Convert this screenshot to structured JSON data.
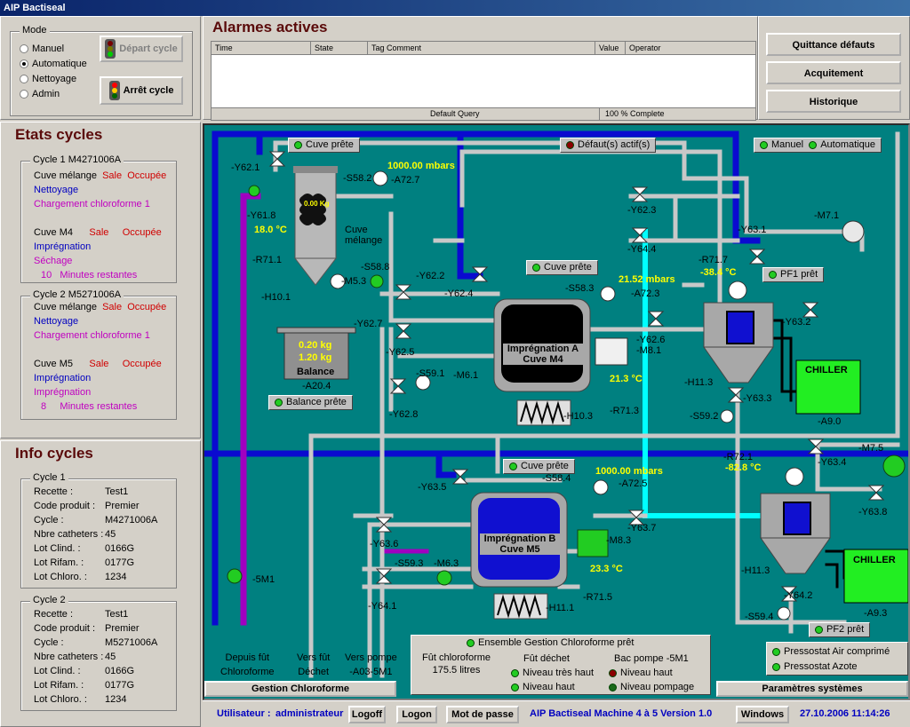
{
  "window": {
    "title": "AIP Bactiseal"
  },
  "mode": {
    "legend": "Mode",
    "options": [
      "Manuel",
      "Automatique",
      "Nettoyage",
      "Admin"
    ],
    "selected": 1,
    "start_btn": "Départ cycle",
    "stop_btn": "Arrêt cycle"
  },
  "alarms": {
    "title": "Alarmes actives",
    "cols": [
      "Time",
      "State",
      "Tag Comment",
      "Value",
      "Operator"
    ],
    "status": [
      "Default Query",
      "100 % Complete"
    ]
  },
  "rbtns": [
    "Quittance défauts",
    "Acquitement",
    "Historique"
  ],
  "etats": {
    "title": "Etats cycles",
    "c1": {
      "legend": "Cycle 1 M4271006A",
      "l1a": "Cuve mélange",
      "l1b": "Sale",
      "l1c": "Occupée",
      "l2": "Nettoyage",
      "l3": "Chargement chloroforme 1",
      "l4a": "Cuve M4",
      "l4b": "Sale",
      "l4c": "Occupée",
      "l5": "Imprégnation",
      "l6": "Séchage",
      "l7a": "10",
      "l7b": "Minutes restantes"
    },
    "c2": {
      "legend": "Cycle 2 M5271006A",
      "l1a": "Cuve mélange",
      "l1b": "Sale",
      "l1c": "Occupée",
      "l2": "Nettoyage",
      "l3": "Chargement chloroforme 1",
      "l4a": "Cuve M5",
      "l4b": "Sale",
      "l4c": "Occupée",
      "l5": "Imprégnation",
      "l6": "Imprégnation",
      "l7a": "8",
      "l7b": "Minutes restantes"
    }
  },
  "info": {
    "title": "Info cycles",
    "c1": {
      "legend": "Cycle 1",
      "rows": [
        [
          "Recette :",
          "Test1"
        ],
        [
          "Code produit :",
          "Premier"
        ],
        [
          "Cycle :",
          "M4271006A"
        ],
        [
          "Nbre catheters :",
          "45"
        ],
        [
          "Lot Clind. :",
          "0166G"
        ],
        [
          "Lot Rifam. :",
          "0177G"
        ],
        [
          "Lot Chloro. :",
          "1234"
        ]
      ]
    },
    "c2": {
      "legend": "Cycle 2",
      "rows": [
        [
          "Recette :",
          "Test1"
        ],
        [
          "Code produit :",
          "Premier"
        ],
        [
          "Cycle :",
          "M5271006A"
        ],
        [
          "Nbre catheters :",
          "45"
        ],
        [
          "Lot Clind. :",
          "0166G"
        ],
        [
          "Lot Rifam. :",
          "0177G"
        ],
        [
          "Lot Chloro. :",
          "1234"
        ]
      ]
    }
  },
  "syn": {
    "cuve_prete1": "Cuve prête",
    "defauts": "Défaut(s) actif(s)",
    "manuel": "Manuel",
    "auto": "Automatique",
    "cuve_prete2": "Cuve prête",
    "cuve_prete3": "Cuve prête",
    "pf1": "PF1 prêt",
    "pf2": "PF2 prêt",
    "balance_prete": "Balance prête",
    "p1": "1000.00 mbars",
    "p2": "21.52 mbars",
    "p3": "1000.00 mbars",
    "t1": "18.0 °C",
    "t2": "-38.4 °C",
    "t3": "21.3 °C",
    "t4": "-82.8 °C",
    "t5": "23.3 °C",
    "bal1": "0.20 kg",
    "bal2": "1.20 kg",
    "bal3": "Balance",
    "mix_kg": "0.00 Kg",
    "cuve_melange": "Cuve\nmélange",
    "impA1": "Imprégnation A",
    "impA2": "Cuve M4",
    "impB1": "Imprégnation B",
    "impB2": "Cuve M5",
    "chiller1": "CHILLER",
    "chiller2": "CHILLER",
    "tags": [
      "-Y62.1",
      "-S58.2",
      "-A72.7",
      "-Y61.8",
      "-R71.1",
      "-H10.1",
      "-S58.8",
      "-M5.3",
      "-Y62.2",
      "-Y62.7",
      "-Y62.5",
      "-A20.4",
      "-S59.1",
      "-M6.1",
      "-Y62.8",
      "-Y62.3",
      "-Y64.4",
      "-Y62.4",
      "-S58.3",
      "-A72.3",
      "-Y62.6",
      "-M8.1",
      "-R71.3",
      "-H10.3",
      "-M7.1",
      "-Y63.1",
      "-R71.7",
      "-Y63.2",
      "-H11.3",
      "-Y63.3",
      "-S59.2",
      "-A9.0",
      "-M7.5",
      "-Y63.4",
      "-R72.1",
      "-Y63.8",
      "-Y63.5",
      "-S58.4",
      "-A72.5",
      "-Y63.7",
      "-M8.3",
      "-Y63.6",
      "-S59.3",
      "-M6.3",
      "-R71.5",
      "-Y64.1",
      "-H11.1",
      "-5M1",
      "-H11.3",
      "-Y64.2",
      "-S59.4",
      "-A9.3"
    ],
    "bottom1": "Depuis fût",
    "bottom1b": "Chloroforme",
    "bottom2": "Vers fût",
    "bottom2b": "Déchet",
    "bottom3": "Vers pompe",
    "bottom3b": "-A03-5M1",
    "gest_title": "Ensemble Gestion Chloroforme prêt",
    "fut": "Fût chloroforme",
    "fut_l": "175.5 litres",
    "dechet": "Fût déchet",
    "niv_th": "Niveau très haut",
    "niv_h": "Niveau haut",
    "bac": "Bac pompe -5M1",
    "niv_h2": "Niveau haut",
    "niv_p": "Niveau pompage",
    "press1": "Pressostat Air comprimé",
    "press2": "Pressostat Azote",
    "gestion_btn": "Gestion Chloroforme",
    "param_btn": "Paramètres systèmes"
  },
  "status": {
    "user_lbl": "Utilisateur :",
    "user": "administrateur",
    "logoff": "Logoff",
    "logon": "Logon",
    "mdp": "Mot de passe",
    "version": "AIP Bactiseal Machine 4 à 5 Version 1.0",
    "windows": "Windows",
    "datetime": "27.10.2006 11:14:26"
  }
}
